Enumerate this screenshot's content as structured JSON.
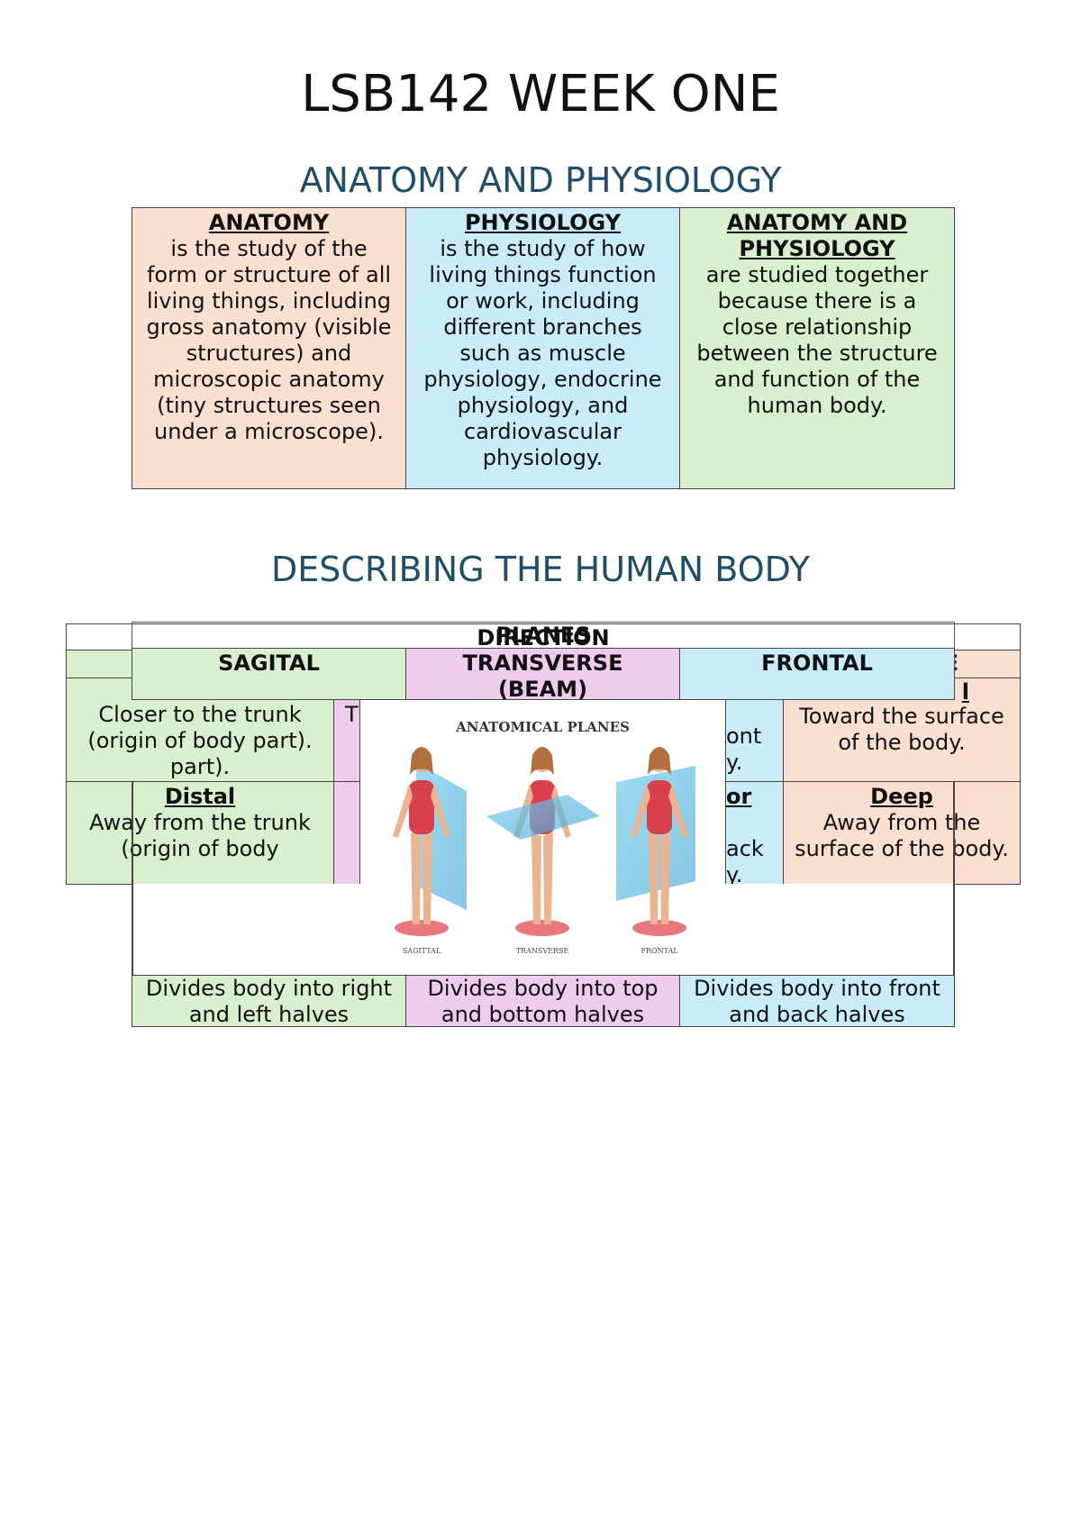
{
  "title": "LSB142 WEEK ONE",
  "section1": {
    "heading": "ANATOMY AND PHYSIOLOGY",
    "columns": [
      {
        "term": "ANATOMY",
        "text": "is the study of the form or structure of all living things, including gross anatomy (visible structures) and microscopic anatomy (tiny structures seen under a microscope)."
      },
      {
        "term": "PHYSIOLOGY",
        "text": "is the study of how living things function or work, including different branches such as muscle physiology, endocrine physiology, and cardiovascular physiology."
      },
      {
        "term_line1": "ANATOMY AND",
        "term_line2": "PHYSIOLOGY",
        "text": "are studied together because there is a close relationship between the structure and function of the human body."
      }
    ]
  },
  "section2": {
    "heading": "DESCRIBING THE HUMAN BODY",
    "direction_table": {
      "header": "DIRECTION",
      "proximal_text": "Closer to the trunk (origin of body part). part).",
      "t_fragment": "T",
      "ont_fragment": "ont",
      "y_fragment_1": "y.",
      "distal_label": "Distal",
      "distal_text": "Away from the trunk (origin of body",
      "or_fragment": "or",
      "ack_fragment": "ack",
      "y_fragment_2": "y.",
      "superficial_fragment": "l",
      "superficial_text": "Toward the surface of the body.",
      "deep_label": "Deep",
      "deep_text": "Away from the surface of the body.",
      "e_fragment": "E"
    },
    "planes_table": {
      "header": "PLANES",
      "columns": [
        {
          "name": "SAGITAL",
          "desc": "Divides body into right and left halves"
        },
        {
          "name_line1": "TRANSVERSE",
          "name_line2": "(BEAM)",
          "desc": "Divides body into top and bottom halves"
        },
        {
          "name": "FRONTAL",
          "desc": "Divides body into front and back halves"
        }
      ],
      "image": {
        "title": "ANATOMICAL PLANES",
        "labels": [
          "SAGITTAL",
          "TRANSVERSE",
          "FRONTAL"
        ]
      }
    }
  },
  "colors": {
    "heading": "#1f4e6b",
    "peach": "#fbe0d2",
    "blue": "#c9ecf8",
    "green": "#d9f0cf",
    "pink": "#efcbec"
  }
}
